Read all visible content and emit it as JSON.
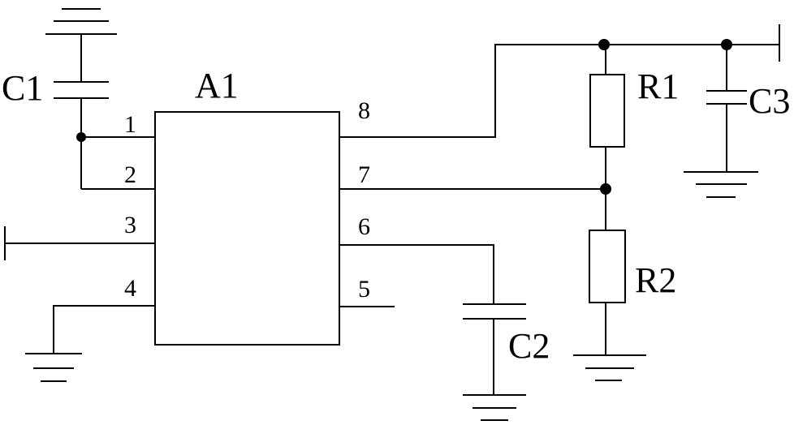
{
  "components": {
    "ic": "A1",
    "c1": "C1",
    "c2": "C2",
    "c3": "C3",
    "r1": "R1",
    "r2": "R2"
  },
  "pins": {
    "p1": "1",
    "p2": "2",
    "p3": "3",
    "p4": "4",
    "p5": "5",
    "p6": "6",
    "p7": "7",
    "p8": "8"
  },
  "colors": {
    "ink": "#000000",
    "background": "#ffffff"
  }
}
